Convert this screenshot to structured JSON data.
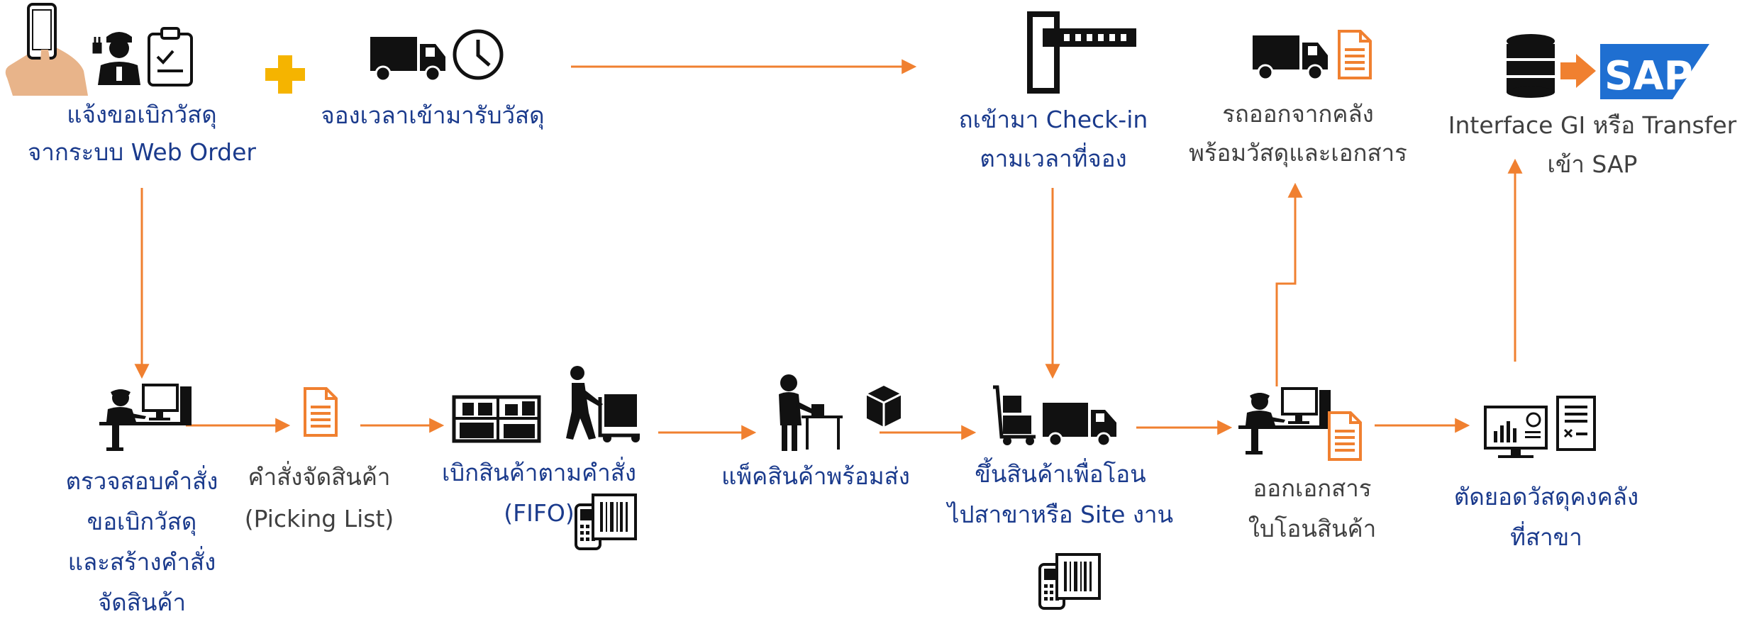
{
  "colors": {
    "arrow": "#f08030",
    "navy": "#1a3a8c",
    "gray": "#404040",
    "icon": "#111111",
    "orange_doc": "#f08030",
    "sap_blue": "#1f6fd1"
  },
  "steps": {
    "request": {
      "lines": [
        "แจ้งขอเบิกวัสดุ",
        "จากระบบ Web Order"
      ]
    },
    "booking": {
      "lines": [
        "จองเวลาเข้ามารับวัสดุ"
      ]
    },
    "checkin": {
      "lines": [
        "ถเข้ามา Check-in",
        "ตามเวลาที่จอง"
      ]
    },
    "departure": {
      "lines": [
        "รถออกจากคลัง",
        "พร้อมวัสดุและเอกสาร"
      ]
    },
    "interface": {
      "lines": [
        "Interface GI หรือ Transfer",
        "เข้า SAP"
      ]
    },
    "verify": {
      "lines": [
        "ตรวจสอบคำสั่ง",
        "ขอเบิกวัสดุ",
        "และสร้างคำสั่ง",
        "จัดสินค้า"
      ]
    },
    "picking_list": {
      "lines": [
        "คำสั่งจัดสินค้า",
        "(Picking List)"
      ]
    },
    "withdraw": {
      "lines": [
        "เบิกสินค้าตามคำสั่ง",
        "(FIFO)"
      ]
    },
    "pack": {
      "lines": [
        "แพ็คสินค้าพร้อมส่ง"
      ]
    },
    "load": {
      "lines": [
        "ขึ้นสินค้าเพื่อโอน",
        "ไปสาขาหรือ Site งาน"
      ]
    },
    "issue_docs": {
      "lines": [
        "ออกเอกสาร",
        "ใบโอนสินค้า"
      ]
    },
    "deduct": {
      "lines": [
        "ตัดยอดวัสดุคงคลัง",
        "ที่สาขา"
      ]
    }
  },
  "sap_logo_text": "SAP",
  "icons": {
    "phone": "smartphone-hand-icon",
    "worker": "electrician-worker-icon",
    "clipboard": "clipboard-checklist-icon",
    "plus": "plus-icon",
    "truck": "truck-icon",
    "clock": "clock-icon",
    "barrier": "gate-barrier-icon",
    "document": "document-icon",
    "database": "database-icon",
    "sap": "sap-logo-icon",
    "office_worker": "office-worker-computer-icon",
    "shelves": "warehouse-shelves-icon",
    "hand_truck": "hand-truck-worker-icon",
    "barcode_scanner": "barcode-scanner-icon",
    "packing": "packing-worker-icon",
    "box": "package-box-icon",
    "loading": "loading-truck-icon",
    "dashboard": "dashboard-report-icon"
  }
}
